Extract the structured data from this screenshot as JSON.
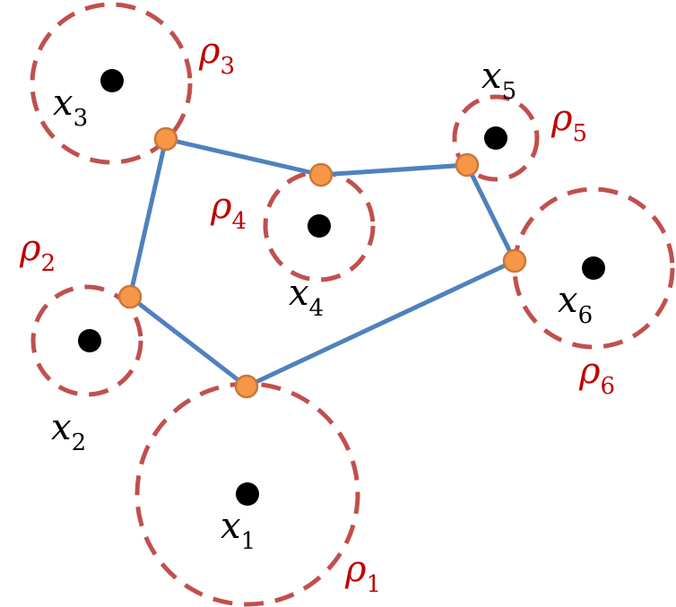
{
  "colors": {
    "radius_circle": "#c0504d",
    "polygon_edge": "#4f81bd",
    "vertex_fill": "#f79646",
    "vertex_stroke": "#c8783c",
    "center_point": "#000000",
    "rho_label": "#c00000",
    "x_label": "#000000"
  },
  "nodes": [
    {
      "id": 1,
      "x_label": "x",
      "x_sub": "1",
      "rho_label": "ρ",
      "rho_sub": "1"
    },
    {
      "id": 2,
      "x_label": "x",
      "x_sub": "2",
      "rho_label": "ρ",
      "rho_sub": "2"
    },
    {
      "id": 3,
      "x_label": "x",
      "x_sub": "3",
      "rho_label": "ρ",
      "rho_sub": "3"
    },
    {
      "id": 4,
      "x_label": "x",
      "x_sub": "4",
      "rho_label": "ρ",
      "rho_sub": "4"
    },
    {
      "id": 5,
      "x_label": "x",
      "x_sub": "5",
      "rho_label": "ρ",
      "rho_sub": "5"
    },
    {
      "id": 6,
      "x_label": "x",
      "x_sub": "6",
      "rho_label": "ρ",
      "rho_sub": "6"
    }
  ],
  "polygon_order": [
    1,
    2,
    3,
    4,
    5,
    6
  ]
}
